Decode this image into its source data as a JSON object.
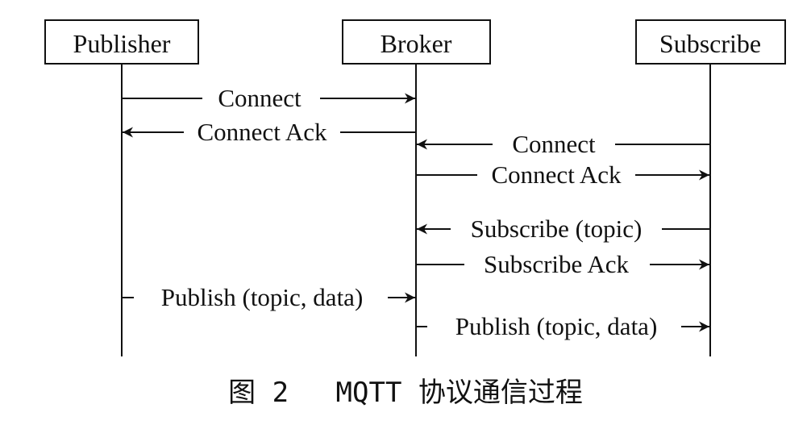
{
  "actors": [
    {
      "id": "publisher",
      "label": "Publisher"
    },
    {
      "id": "broker",
      "label": "Broker"
    },
    {
      "id": "subscriber",
      "label": "Subscribe"
    }
  ],
  "messages": [
    {
      "label": "Connect",
      "from": "publisher",
      "to": "broker"
    },
    {
      "label": "Connect Ack",
      "from": "broker",
      "to": "publisher"
    },
    {
      "label": "Connect",
      "from": "subscriber",
      "to": "broker"
    },
    {
      "label": "Connect Ack",
      "from": "broker",
      "to": "subscriber"
    },
    {
      "label": "Subscribe (topic)",
      "from": "subscriber",
      "to": "broker"
    },
    {
      "label": "Subscribe Ack",
      "from": "broker",
      "to": "subscriber"
    },
    {
      "label": "Publish (topic, data)",
      "from": "publisher",
      "to": "broker"
    },
    {
      "label": "Publish (topic, data)",
      "from": "broker",
      "to": "subscriber"
    }
  ],
  "caption": {
    "figure_number": "图 2",
    "title": "MQTT 协议通信过程"
  }
}
